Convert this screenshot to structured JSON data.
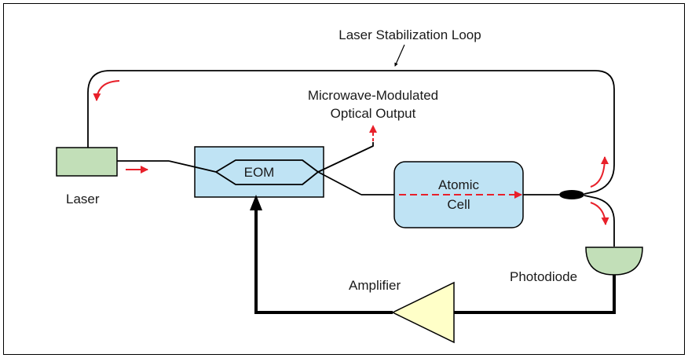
{
  "diagram": {
    "loop_label": "Laser Stabilization Loop",
    "output_label_line1": "Microwave-Modulated",
    "output_label_line2": "Optical Output",
    "laser_label": "Laser",
    "eom_label": "EOM",
    "cell_label_line1": "Atomic",
    "cell_label_line2": "Cell",
    "photodiode_label": "Photodiode",
    "amplifier_label": "Amplifier"
  },
  "colors": {
    "laser_fill": "#c2dfb8",
    "eom_fill": "#bfe3f4",
    "cell_fill": "#bfe3f4",
    "photodiode_fill": "#c2dfb8",
    "amplifier_fill": "#ffffc8",
    "signal_arrow": "#e8202a",
    "line": "#000000"
  }
}
